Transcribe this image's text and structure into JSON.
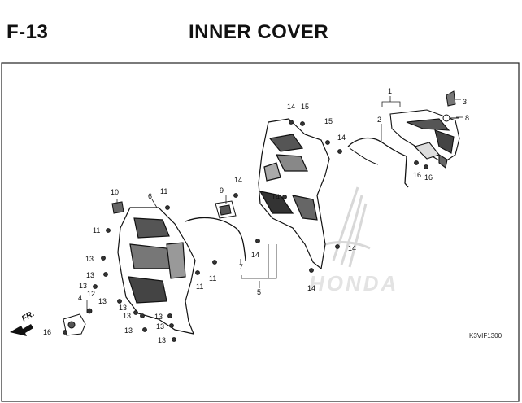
{
  "header": {
    "section_code": "F-13",
    "title": "INNER COVER"
  },
  "diagram_code": "K3VIF1300",
  "front_label": "FR.",
  "watermark": "HONDA",
  "callouts": [
    {
      "id": "c1",
      "label": "1"
    },
    {
      "id": "c2",
      "label": "2"
    },
    {
      "id": "c3",
      "label": "3"
    },
    {
      "id": "c4",
      "label": "4"
    },
    {
      "id": "c5",
      "label": "5"
    },
    {
      "id": "c6",
      "label": "6"
    },
    {
      "id": "c7",
      "label": "7"
    },
    {
      "id": "c8",
      "label": "8"
    },
    {
      "id": "c9",
      "label": "9"
    },
    {
      "id": "c10",
      "label": "10"
    },
    {
      "id": "c11a",
      "label": "11"
    },
    {
      "id": "c11b",
      "label": "11"
    },
    {
      "id": "c11c",
      "label": "11"
    },
    {
      "id": "c11d",
      "label": "11"
    },
    {
      "id": "c12",
      "label": "12"
    },
    {
      "id": "c13a",
      "label": "13"
    },
    {
      "id": "c13b",
      "label": "13"
    },
    {
      "id": "c13c",
      "label": "13"
    },
    {
      "id": "c13d",
      "label": "13"
    },
    {
      "id": "c13e",
      "label": "13"
    },
    {
      "id": "c13f",
      "label": "13"
    },
    {
      "id": "c13g",
      "label": "13"
    },
    {
      "id": "c13h",
      "label": "13"
    },
    {
      "id": "c13i",
      "label": "13"
    },
    {
      "id": "c13j",
      "label": "13"
    },
    {
      "id": "c14a",
      "label": "14"
    },
    {
      "id": "c14b",
      "label": "14"
    },
    {
      "id": "c14c",
      "label": "14"
    },
    {
      "id": "c14d",
      "label": "14"
    },
    {
      "id": "c14e",
      "label": "14"
    },
    {
      "id": "c14f",
      "label": "14"
    },
    {
      "id": "c14g",
      "label": "14"
    },
    {
      "id": "c15a",
      "label": "15"
    },
    {
      "id": "c15b",
      "label": "15"
    },
    {
      "id": "c16a",
      "label": "16"
    },
    {
      "id": "c16b",
      "label": "16"
    },
    {
      "id": "c16c",
      "label": "16"
    }
  ]
}
